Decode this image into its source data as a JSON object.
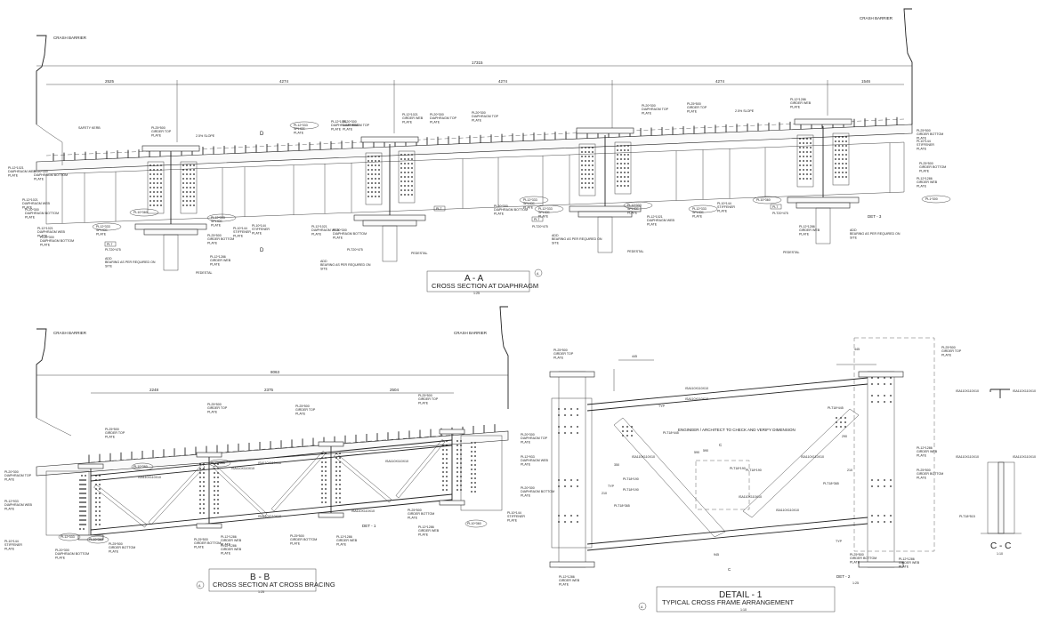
{
  "sections": {
    "aa": {
      "crash_barrier_left": "CRASH BARRIER",
      "crash_barrier_right": "CRASH BARRIER",
      "overall_dim": "17315",
      "dim_2525": "2525",
      "dim_4274_1": "4274",
      "dim_4274_2": "4274",
      "dim_4274_3": "4274",
      "dim_1546": "1546",
      "safety_kerb": "SAFETY KERB",
      "slope_1": "2.5% SLOPE",
      "slope_2": "2.5% SLOPE",
      "marker_d1": "D",
      "marker_d2": "D",
      "det3": "DET - 3",
      "title": "A - A",
      "subtitle": "CROSS SECTION AT DIAPHRAGM",
      "scale": "1:25",
      "rev_mark": "A",
      "labels": [
        "PL25*500 GIRDER TOP PLATE",
        "PL12*1021 GIRDER WEB PLATE",
        "PL20*300 DIAPHRAGM TOP PLATE",
        "PL20*300 DIAPHRAGM TOP PLATE",
        "PL12*1021 DIAPHRAGM WEB PLATE",
        "PL20*300 DIAPHRAGM BOTTOM PLATE",
        "PL12*1021 DIAPHRAGM WEB PLATE",
        "PL20*300 DIAPHRAGM BOTTOM PLATE",
        "PL12*1021 DIAPHRAGM WEB PLATE",
        "PL20*300 DIAPHRAGM BOTTOM PLATE",
        "PL25*500 GIRDER BOTTOM PLATE",
        "PL12*1286 GIRDER WEB PLATE",
        "PL10*144 STIFFENER PLATE",
        "PL10*144 STIFFENER PLATE",
        "PL12*1021 DIAPHRAGM WEB PLATE",
        "PL20*300 DIAPHRAGM TOP PLATE",
        "PL12*1021 DIAPHRAGM WEB PLATE",
        "PL20*300 DIAPHRAGM BOTTOM PLATE",
        "PL25*500 GIRDER TOP PLATE",
        "PL12*1286 GIRDER WEB PLATE",
        "PL10*144 STIFFENER PLATE",
        "PL12*1286 GIRDER WEB PLATE",
        "PL25*500 GIRDER BOTTOM PLATE",
        "PL10*144 STIFFENER PLATE",
        "PL25*500 GIRDER BOTTOM PLATE",
        "PL12*1286 GIRDER WEB PLATE",
        "PL20*300 DIAPHRAGM TOP PLATE",
        "PL12*1021 DIAPHRAGM WEB PLATE",
        "PL20*300 DIAPHRAGM BOTTOM PLATE"
      ],
      "callouts": [
        "PL10*360",
        "PL12*333 SPLICE PLATE",
        "PL12*333 SPLICE PLATE",
        "PL12*333 SPLICE PLATE",
        "PL12*333 SPLICE PLATE",
        "PL12*333 SPLICE PLATE",
        "PL12*333 SPLICE PLATE",
        "PL12*333 SPLICE PLATE",
        "PL10*360",
        "PL1*300"
      ],
      "bearings": [
        "ADD BEARING AS PER REQUIRED ON SITE",
        "ADD BEARING AS PER REQUIRED ON SITE",
        "ADD BEARING AS PER REQUIRED ON SITE",
        "ADD BEARING AS PER REQUIRED ON SITE"
      ],
      "pedestal": [
        "PEDESTAL",
        "PEDESTAL",
        "PEDESTAL",
        "PEDESTAL"
      ],
      "pl_475": [
        "PLT20*475",
        "PLT20*475",
        "PLT20*475",
        "PLT20*475"
      ],
      "tags": [
        "PL7",
        "PL7",
        "PL7",
        "PL7"
      ]
    },
    "bb": {
      "crash_barrier_left": "CRASH BARRIER",
      "crash_barrier_right": "CRASH BARRIER",
      "overall_dim": "8063",
      "dim_2248": "2248",
      "dim_2375": "2375",
      "dim_2504": "2504",
      "det1": "DET - 1",
      "title": "B - B",
      "subtitle": "CROSS SECTION AT CROSS BRACING",
      "scale": "1:25",
      "rev_mark": "A",
      "labels": [
        "PL25*500 GIRDER TOP PLATE",
        "PL25*500 GIRDER TOP PLATE",
        "PL25*500 GIRDER TOP PLATE",
        "PL25*500 GIRDER TOP PLATE",
        "PL20*300 DIAPHRAGM TOP PLATE",
        "PL12*933 DIAPHRAGM WEB PLATE",
        "PL10*144 STIFFENER PLATE",
        "PL20*300 DIAPHRAGM BOTTOM PLATE",
        "PL20*300 DIAPHRAGM TOP PLATE",
        "PL12*933 DIAPHRAGM WEB PLATE",
        "PL20*300 DIAPHRAGM BOTTOM PLATE",
        "PL10*144 STIFFENER PLATE",
        "PL25*500 GIRDER BOTTOM PLATE",
        "PL12*1286 GIRDER WEB PLATE",
        "PL25*500 GIRDER BOTTOM PLATE",
        "PL12*1286 GIRDER WEB PLATE",
        "PL25*500 GIRDER BOTTOM PLATE",
        "PL12*1286 GIRDER WEB PLATE",
        "PL25*500 GIRDER BOTTOM PLATE",
        "PL12*1286 GIRDER WEB PLATE"
      ],
      "members": [
        "ISA110X110X10",
        "ISA110X110X10",
        "ISA110X110X10",
        "ISA110X110X10",
        "ISA110X110X10",
        "ISA110X110X10"
      ],
      "callouts": [
        "PL10*360",
        "PL12*333",
        "PL10*360",
        "PL12*333",
        "PL10*360"
      ]
    },
    "detail1": {
      "dim_445": "445",
      "dim_445b": "445",
      "note": "ENGINEER / ARCHITECT TO CHECK AND VERIFY DIMENSION",
      "title": "DETAIL - 1",
      "subtitle": "TYPICAL CROSS FRAME ARRANGEMENT",
      "scale": "1:10",
      "rev_mark": "A",
      "det2": "DET - 2",
      "det2_scale": "1:25",
      "labels": [
        "PL25*500 GIRDER TOP PLATE",
        "PL25*500 GIRDER TOP PLATE",
        "PL12*1286 GIRDER WEB PLATE",
        "PL25*500 GIRDER BOTTOM PLATE",
        "PL12*1286 GIRDER WEB PLATE",
        "PL12*1286 GIRDER WEB PLATE",
        "PL25*500 GIRDER BOTTOM PLATE"
      ],
      "members": [
        "ISA110X110X10",
        "ISA110X110X10",
        "ISA110X110X10",
        "ISA110X110X10",
        "ISA110X110X10",
        "ISA110X110X10"
      ],
      "plates": [
        "PLT18*445",
        "PLT18*445",
        "PLT18*190",
        "PLT18*190",
        "PLT18*365",
        "PLT18*365",
        "PLT18*190",
        "PLT18*190"
      ],
      "dims": [
        "350",
        "210",
        "290",
        "210",
        "590",
        "945",
        "590"
      ],
      "markers": [
        "C",
        "C"
      ],
      "typ": [
        "TYP",
        "TYP",
        "TYP"
      ]
    },
    "cc": {
      "labels_top": [
        "ISA110X110X10",
        "ISA110X110X10"
      ],
      "labels_mid": [
        "ISA110X110X10",
        "ISA110X110X10"
      ],
      "plate": "PLT18*515",
      "title": "C - C",
      "scale": "1:10"
    }
  }
}
